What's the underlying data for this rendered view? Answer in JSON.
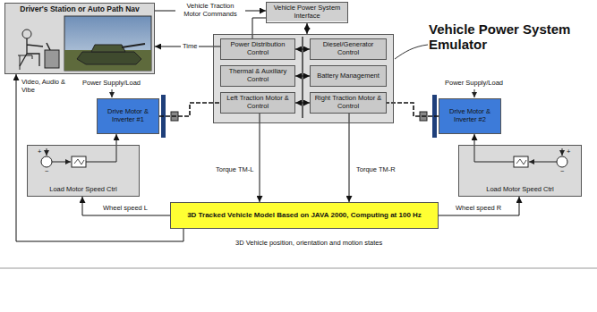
{
  "diagram": {
    "nodes": [
      {
        "text": [
          "Driver's Station or Auto Path Nav"
        ]
      },
      {
        "text": [
          "Vehicle Power System Interface"
        ]
      },
      {
        "text": [
          "Vehicle Power System Emulator"
        ]
      },
      {
        "text": [
          "Power Distribution Control"
        ],
        "in": 2
      },
      {
        "text": [
          "Diesel/Generator Control"
        ],
        "in": 2
      },
      {
        "text": [
          "Thermal & Auxiliary Control"
        ],
        "in": 2
      },
      {
        "text": [
          "Battery Management"
        ],
        "in": 2
      },
      {
        "text": [
          "Left Traction Motor & Control"
        ],
        "in": 2
      },
      {
        "text": [
          "Right Traction Motor & Control"
        ],
        "in": 2
      },
      {
        "text": [
          "Drive Motor & Inverter #1"
        ]
      },
      {
        "text": [
          "Drive Motor & Inverter #2"
        ]
      },
      {
        "text": [
          "Load Motor Speed Ctrl"
        ]
      },
      {
        "text": [
          "Load Motor Speed Ctrl"
        ]
      },
      {
        "text": [
          "3D Tracked Vehicle Model Based on JAVA 2000, Computing at 100 Hz"
        ]
      }
    ],
    "edges": [
      {
        "from": 0,
        "to": 1,
        "label": "Vehicle Traction Motor Commands",
        "arrow": "to"
      },
      {
        "from": 1,
        "to": 0,
        "label": "Time",
        "arrow": "to"
      },
      {
        "from": 1,
        "to": 2,
        "arrow": "both"
      },
      {
        "from": 3,
        "to": 4,
        "arrow": "both"
      },
      {
        "from": 5,
        "to": 6,
        "arrow": "both"
      },
      {
        "from": 7,
        "to": 8,
        "arrow": "both"
      },
      {
        "from": 7,
        "to": 13,
        "label": "Torque TM-L",
        "arrow": "to"
      },
      {
        "from": 8,
        "to": 13,
        "label": "Torque TM-R",
        "arrow": "to"
      },
      {
        "from": 9,
        "to": 7,
        "arrow": "none"
      },
      {
        "from": 10,
        "to": 8,
        "arrow": "none"
      },
      {
        "from": 11,
        "to": 9,
        "arrow": "to"
      },
      {
        "from": 12,
        "to": 10,
        "arrow": "to"
      },
      {
        "from": 13,
        "to": 11,
        "label": "Wheel speed L",
        "arrow": "to"
      },
      {
        "from": 13,
        "to": 12,
        "label": "Wheel speed R",
        "arrow": "to"
      },
      {
        "from": 13,
        "to": 0,
        "label": "3D Vehicle position, orientation and motion states",
        "arrow": "to"
      }
    ],
    "labels": [
      "Power Supply/Load",
      "Power Supply/Load",
      "Video, Audio & Vibe",
      "+",
      "−",
      "+",
      "−"
    ]
  }
}
